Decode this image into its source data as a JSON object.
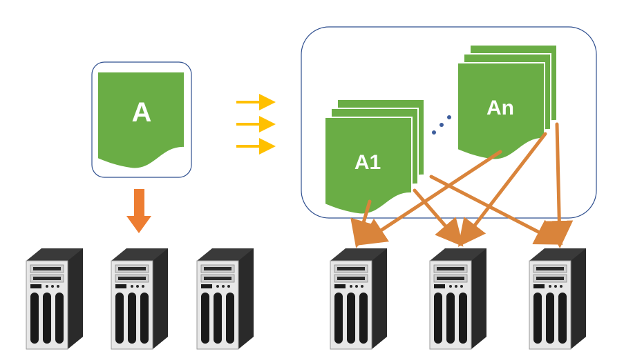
{
  "colors": {
    "doc_fill": "#6aad45",
    "doc_stroke": "#ffffff",
    "box_stroke": "#2f4f8f",
    "chevron": "#ffc000",
    "down_arrow": "#ed7d31",
    "dist_arrow": "#d9843b",
    "dots": "#3d5d9c",
    "server_body": "#3a3a3a",
    "server_front": "#e7e7e7",
    "server_vent": "#1a1a1a"
  },
  "icons": {
    "document": "document-icon",
    "server": "server-tower-icon",
    "arrow": "arrow-icon"
  },
  "labels": {
    "single_doc": "A",
    "first_part": "A1",
    "last_part": "An"
  }
}
